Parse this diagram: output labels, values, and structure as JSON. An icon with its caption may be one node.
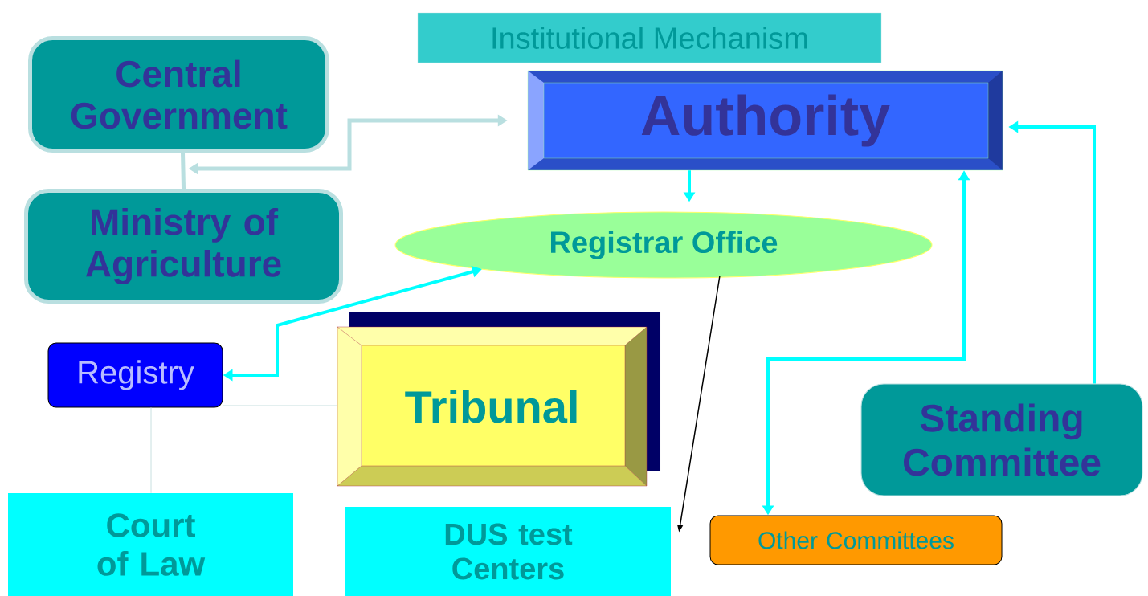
{
  "diagram": {
    "title": "Institutional Mechanism",
    "nodes": [
      {
        "text": [
          "Central Government"
        ]
      },
      {
        "text": [
          "Ministry of Agriculture"
        ]
      },
      {
        "text": [
          "Authority"
        ]
      },
      {
        "text": [
          "Registrar Office"
        ]
      },
      {
        "text": [
          "Registry"
        ]
      },
      {
        "text": [
          "Tribunal"
        ]
      },
      {
        "text": [
          "Standing Committee"
        ]
      },
      {
        "text": [
          "Court of Law"
        ]
      },
      {
        "text": [
          "DUS test Centers"
        ]
      },
      {
        "text": [
          "Other Committees"
        ]
      }
    ],
    "edges": [
      {
        "from": 0,
        "to": 2,
        "arrow": "both",
        "color": "#b9dfe0"
      },
      {
        "from": 0,
        "to": 1,
        "arrow": "none",
        "color": "#b9dfe0"
      },
      {
        "from": 2,
        "to": 3,
        "arrow": "to"
      },
      {
        "from": 3,
        "to": 4,
        "arrow": "both"
      },
      {
        "from": 4,
        "to": 5,
        "arrow": "none",
        "color": "#c8e0e0"
      },
      {
        "from": 4,
        "to": 7,
        "arrow": "none",
        "color": "#c8e0e0"
      },
      {
        "from": 3,
        "to": 8,
        "arrow": "to",
        "color": "#000000"
      },
      {
        "from": 9,
        "to": 2,
        "arrow": "both"
      },
      {
        "from": 6,
        "to": 2,
        "arrow": "to"
      }
    ]
  }
}
